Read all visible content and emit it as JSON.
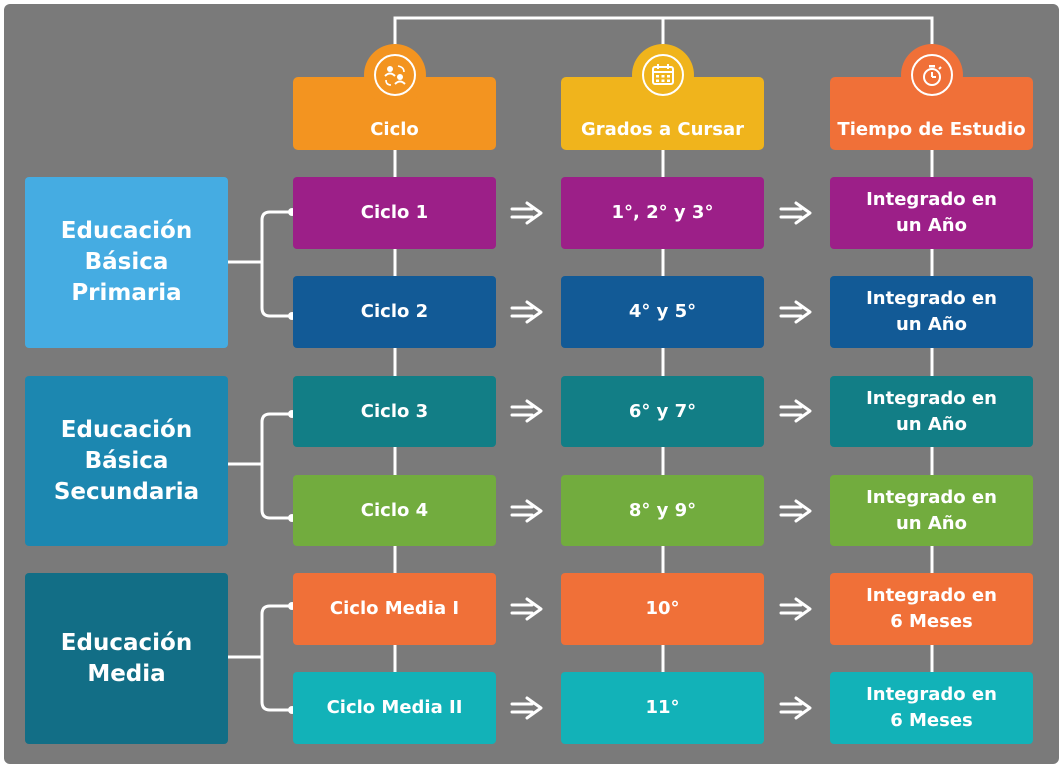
{
  "colors": {
    "background": "#7a7a7a",
    "connector": "#ffffff",
    "ciclo_header": "#f39420",
    "grados_header": "#f0b41c",
    "tiempo_header": "#f07038",
    "primaria": "#45ace2",
    "secundaria": "#1c87b0",
    "media": "#126e86",
    "ciclo_1": "#9c1f88",
    "ciclo_2": "#125a96",
    "ciclo_3": "#127e86",
    "ciclo_4": "#72ac3e",
    "ciclo_media_1": "#f07038",
    "ciclo_media_2": "#12b2b8"
  },
  "headers": [
    {
      "label": "Ciclo",
      "icon": "people-cycle-icon"
    },
    {
      "label": "Grados a Cursar",
      "icon": "calendar-icon"
    },
    {
      "label": "Tiempo de Estudio",
      "icon": "stopwatch-icon"
    }
  ],
  "levels": [
    {
      "lines": [
        "Educación",
        "Básica",
        "Primaria"
      ]
    },
    {
      "lines": [
        "Educación",
        "Básica",
        "Secundaria"
      ]
    },
    {
      "lines": [
        "Educación",
        "Media"
      ]
    }
  ],
  "rows": [
    {
      "ciclo": "Ciclo 1",
      "grados": "1°, 2° y 3°",
      "tiempo": [
        "Integrado en",
        "un Año"
      ]
    },
    {
      "ciclo": "Ciclo 2",
      "grados": "4° y 5°",
      "tiempo": [
        "Integrado en",
        "un Año"
      ]
    },
    {
      "ciclo": "Ciclo 3",
      "grados": "6° y 7°",
      "tiempo": [
        "Integrado en",
        "un Año"
      ]
    },
    {
      "ciclo": "Ciclo 4",
      "grados": "8° y 9°",
      "tiempo": [
        "Integrado en",
        "un Año"
      ]
    },
    {
      "ciclo": "Ciclo Media I",
      "grados": "10°",
      "tiempo": [
        "Integrado en",
        "6 Meses"
      ]
    },
    {
      "ciclo": "Ciclo Media II",
      "grados": "11°",
      "tiempo": [
        "Integrado en",
        "6 Meses"
      ]
    }
  ],
  "arrow_icon": "double-arrow-right-icon"
}
